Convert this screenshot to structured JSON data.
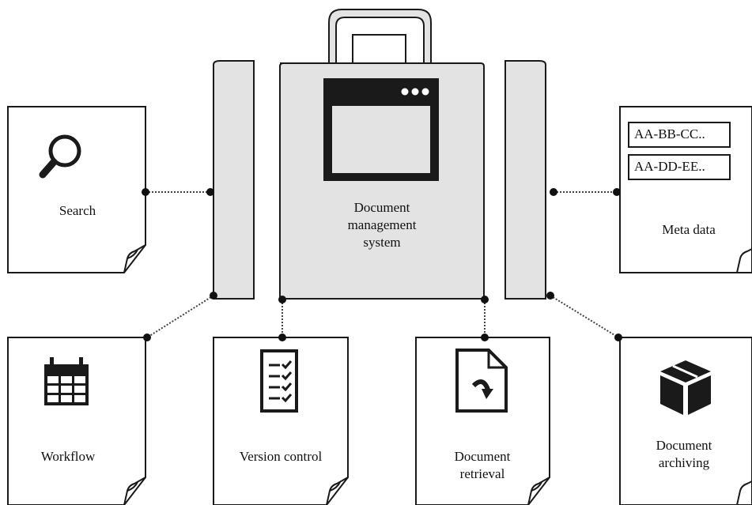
{
  "center": {
    "line1": "Document",
    "line2": "management",
    "line3": "system"
  },
  "cards": {
    "search": "Search",
    "meta_data": "Meta data",
    "meta_tag_1": "AA-BB-CC..",
    "meta_tag_2": "AA-DD-EE..",
    "workflow": "Workflow",
    "version_control": "Version control",
    "retrieval_line1": "Document",
    "retrieval_line2": "retrieval",
    "archiving_line1": "Document",
    "archiving_line2": "archiving"
  },
  "colors": {
    "panel_fill": "#e3e3e3",
    "stroke": "#1a1a1a",
    "connector": "#444444"
  }
}
